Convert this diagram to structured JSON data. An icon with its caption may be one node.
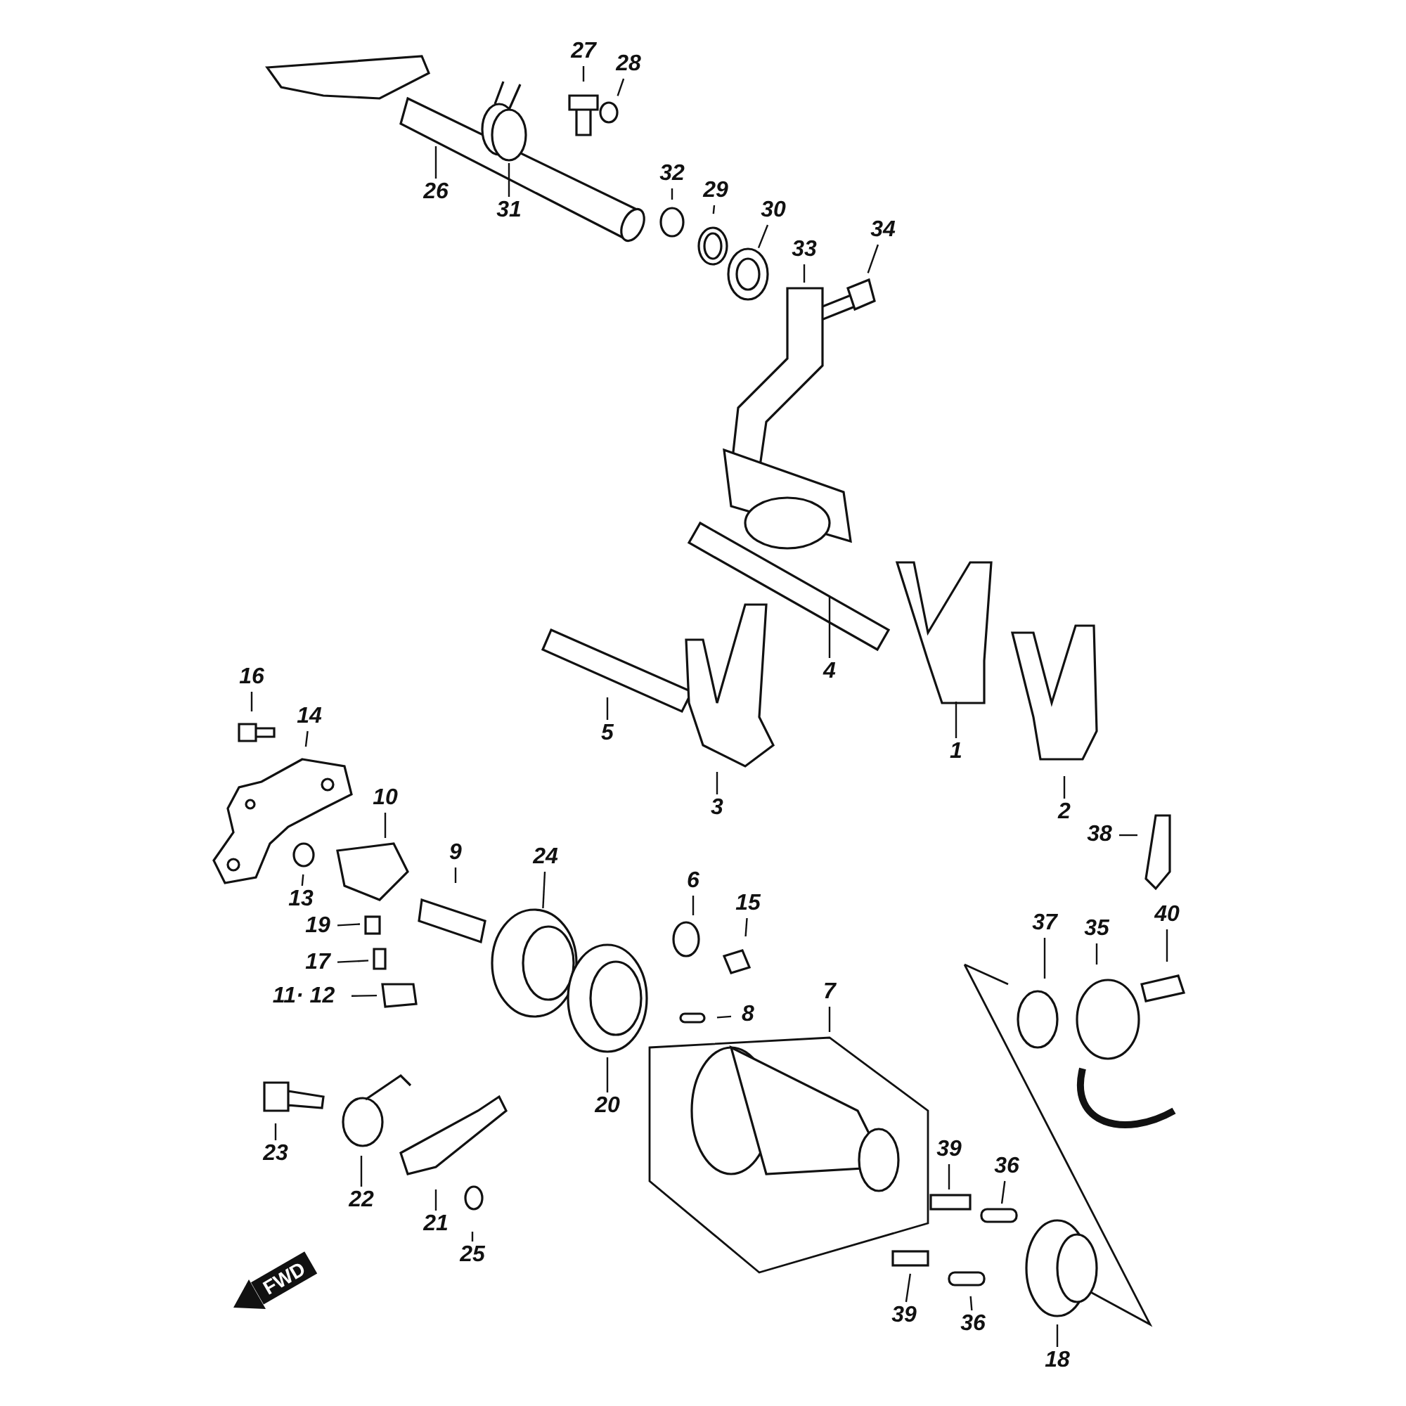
{
  "diagram": {
    "nodes": [
      {
        "text": [
          "27"
        ]
      },
      {
        "text": [
          "28"
        ]
      },
      {
        "text": [
          "26"
        ]
      },
      {
        "text": [
          "31"
        ]
      },
      {
        "text": [
          "32"
        ]
      },
      {
        "text": [
          "29"
        ]
      },
      {
        "text": [
          "30"
        ]
      },
      {
        "text": [
          "34"
        ]
      },
      {
        "text": [
          "33"
        ]
      },
      {
        "text": [
          "4"
        ]
      },
      {
        "text": [
          "1"
        ]
      },
      {
        "text": [
          "16"
        ]
      },
      {
        "text": [
          "5"
        ]
      },
      {
        "text": [
          "14"
        ]
      },
      {
        "text": [
          "3"
        ]
      },
      {
        "text": [
          "2"
        ]
      },
      {
        "text": [
          "10"
        ]
      },
      {
        "text": [
          "38"
        ]
      },
      {
        "text": [
          "9"
        ]
      },
      {
        "text": [
          "24"
        ]
      },
      {
        "text": [
          "6"
        ]
      },
      {
        "text": [
          "13"
        ]
      },
      {
        "text": [
          "15"
        ]
      },
      {
        "text": [
          "40"
        ]
      },
      {
        "text": [
          "37"
        ]
      },
      {
        "text": [
          "35"
        ]
      },
      {
        "text": [
          "19"
        ]
      },
      {
        "text": [
          "17"
        ]
      },
      {
        "text": [
          "11· 12"
        ]
      },
      {
        "text": [
          "7"
        ]
      },
      {
        "text": [
          "8"
        ]
      },
      {
        "text": [
          "20"
        ]
      },
      {
        "text": [
          "23"
        ]
      },
      {
        "text": [
          "39"
        ]
      },
      {
        "text": [
          "36"
        ]
      },
      {
        "text": [
          "22"
        ]
      },
      {
        "text": [
          "21"
        ]
      },
      {
        "text": [
          "25"
        ]
      },
      {
        "text": [
          "39"
        ]
      },
      {
        "text": [
          "36"
        ]
      },
      {
        "text": [
          "18"
        ]
      }
    ],
    "edges": [
      {
        "from": 0,
        "to": null,
        "arrow": "none"
      },
      {
        "from": 1,
        "to": null,
        "arrow": "none"
      },
      {
        "from": 2,
        "to": null,
        "arrow": "none"
      },
      {
        "from": 3,
        "to": null,
        "arrow": "none"
      },
      {
        "from": 4,
        "to": null,
        "arrow": "none"
      },
      {
        "from": 5,
        "to": null,
        "arrow": "none"
      },
      {
        "from": 6,
        "to": null,
        "arrow": "none"
      },
      {
        "from": 7,
        "to": null,
        "arrow": "none"
      },
      {
        "from": 8,
        "to": null,
        "arrow": "none"
      },
      {
        "from": 9,
        "to": null,
        "arrow": "none"
      },
      {
        "from": 10,
        "to": null,
        "arrow": "none"
      },
      {
        "from": 11,
        "to": null,
        "arrow": "none"
      },
      {
        "from": 12,
        "to": null,
        "arrow": "none"
      },
      {
        "from": 13,
        "to": null,
        "arrow": "none"
      },
      {
        "from": 14,
        "to": null,
        "arrow": "none"
      },
      {
        "from": 15,
        "to": null,
        "arrow": "none"
      },
      {
        "from": 16,
        "to": null,
        "arrow": "none"
      },
      {
        "from": 17,
        "to": null,
        "arrow": "none"
      },
      {
        "from": 18,
        "to": null,
        "arrow": "none"
      },
      {
        "from": 19,
        "to": null,
        "arrow": "none"
      },
      {
        "from": 20,
        "to": null,
        "arrow": "none"
      },
      {
        "from": 21,
        "to": null,
        "arrow": "none"
      },
      {
        "from": 22,
        "to": null,
        "arrow": "none"
      },
      {
        "from": 23,
        "to": null,
        "arrow": "none"
      },
      {
        "from": 24,
        "to": null,
        "arrow": "none"
      },
      {
        "from": 25,
        "to": null,
        "arrow": "none"
      },
      {
        "from": 26,
        "to": null,
        "arrow": "none"
      },
      {
        "from": 27,
        "to": null,
        "arrow": "none"
      },
      {
        "from": 28,
        "to": null,
        "arrow": "none"
      },
      {
        "from": 29,
        "to": null,
        "arrow": "none"
      },
      {
        "from": 30,
        "to": null,
        "arrow": "none"
      },
      {
        "from": 31,
        "to": null,
        "arrow": "none"
      },
      {
        "from": 32,
        "to": null,
        "arrow": "none"
      },
      {
        "from": 33,
        "to": null,
        "arrow": "none"
      },
      {
        "from": 34,
        "to": null,
        "arrow": "none"
      },
      {
        "from": 35,
        "to": null,
        "arrow": "none"
      },
      {
        "from": 36,
        "to": null,
        "arrow": "none"
      },
      {
        "from": 37,
        "to": null,
        "arrow": "none"
      },
      {
        "from": 38,
        "to": null,
        "arrow": "none"
      },
      {
        "from": 39,
        "to": null,
        "arrow": "none"
      },
      {
        "from": 40,
        "to": null,
        "arrow": "none"
      }
    ],
    "labels": [
      "FWD"
    ]
  }
}
